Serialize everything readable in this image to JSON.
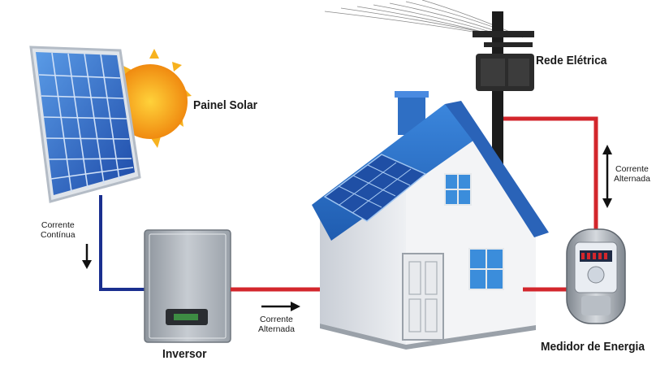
{
  "labels": {
    "solar_panel": "Painel Solar",
    "grid": "Rede Elétrica",
    "inverter": "Inversor",
    "meter": "Medidor de Energia"
  },
  "flows": {
    "dc": {
      "line1": "Corrente",
      "line2": "Contínua"
    },
    "ac_house": {
      "line1": "Corrente",
      "line2": "Alternada"
    },
    "ac_grid": {
      "line1": "Corrente",
      "line2": "Alternada"
    }
  },
  "colors": {
    "dc_wire": "#1a2f8f",
    "ac_wire": "#d3262c",
    "roof": "#2f6fc4",
    "panel": "#2a5cb8",
    "sun": "#f4a51c"
  }
}
